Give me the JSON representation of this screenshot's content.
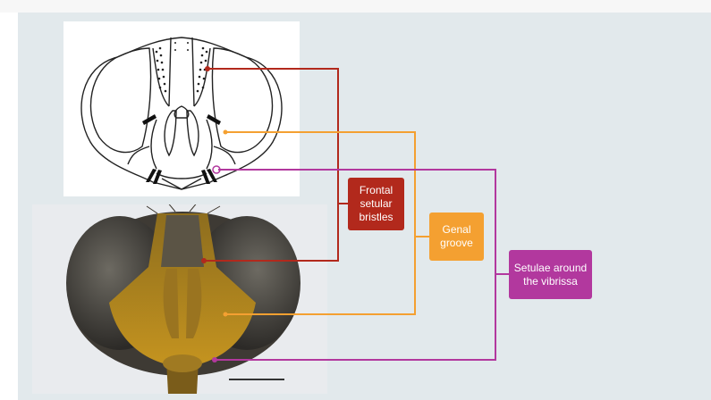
{
  "header": {
    "watermark_text": ""
  },
  "colors": {
    "panel_bg": "#e2e9ec",
    "frontal": "#b2291c",
    "genal": "#f4a031",
    "setulae": "#b2389e"
  },
  "labels": {
    "frontal": "Frontal setular bristles",
    "genal": "Genal groove",
    "setulae": "Setulae around the vibrissa"
  },
  "figures": {
    "drawing": {
      "icon": "fly-head-line-drawing"
    },
    "photo": {
      "icon": "fly-head-photograph",
      "scale_text": ""
    }
  }
}
